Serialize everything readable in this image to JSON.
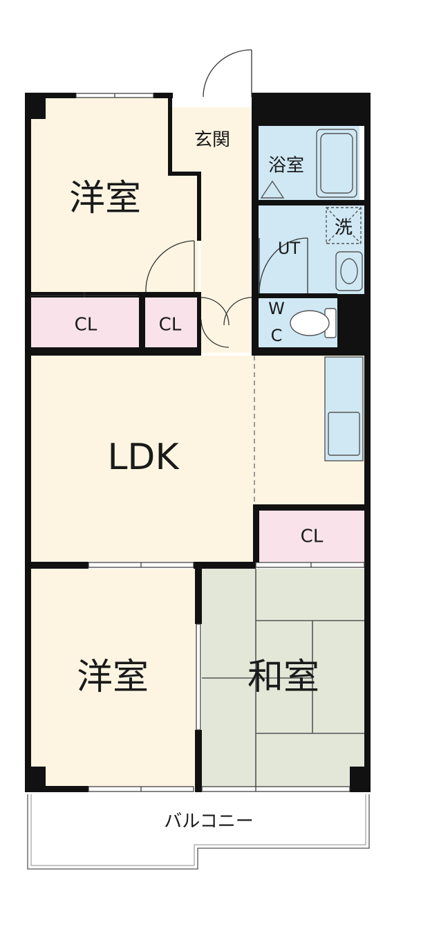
{
  "rooms": {
    "western_room_top": "洋室",
    "entrance": "玄関",
    "bathroom": "浴室",
    "laundry": "洗",
    "utility": "UT",
    "toilet_w": "W",
    "toilet_c": "C",
    "closet_left": "CL",
    "closet_center": "CL",
    "closet_right": "CL",
    "ldk": "LDK",
    "western_room_bottom": "洋室",
    "japanese_room": "和室",
    "balcony": "バルコニー"
  },
  "colors": {
    "room_floor": "#fdf5e2",
    "closet": "#f9e2ea",
    "wet_area": "#cfe8f4",
    "tatami": "#e2e7d8",
    "wall": "#111111"
  }
}
